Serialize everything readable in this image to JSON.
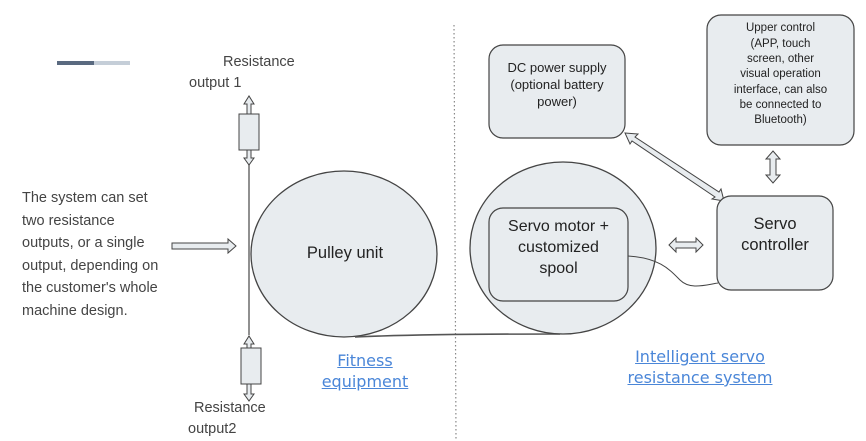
{
  "colors": {
    "node_fill": "#e8ecef",
    "stroke": "#444444",
    "link": "#4a86d8",
    "bar_dark": "#5a6a80",
    "bar_light": "#c5ced8"
  },
  "left_section": {
    "description": "The system can set two resistance outputs, or a single output, depending on the customer's whole machine design.",
    "description_lines": [
      "The system can set",
      "two resistance",
      "outputs, or a single",
      "output, depending on",
      "the customer's whole",
      "machine design."
    ],
    "resistance_output_1": {
      "line1": "Resistance",
      "line2": "output 1"
    },
    "resistance_output_2": {
      "line1": "Resistance",
      "line2": "output2"
    },
    "pulley_unit": "Pulley unit",
    "section_link": {
      "line1": "Fitness",
      "line2": "equipment"
    }
  },
  "right_section": {
    "dc_power": {
      "line1": "DC power supply",
      "line2": "(optional battery",
      "line3": "power)"
    },
    "upper_control": {
      "lines": [
        "Upper control",
        "(APP, touch",
        "screen, other",
        "visual operation",
        "interface, can also",
        "be connected to",
        "Bluetooth)"
      ]
    },
    "servo_motor": {
      "line1": "Servo motor +",
      "line2": "customized",
      "line3": "spool"
    },
    "servo_controller": {
      "line1": "Servo",
      "line2": "controller"
    },
    "section_link": {
      "line1": "Intelligent servo",
      "line2": "resistance system"
    }
  }
}
